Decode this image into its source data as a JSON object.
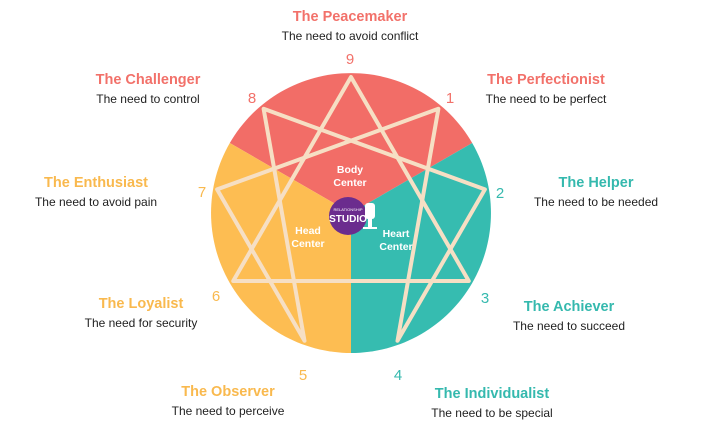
{
  "types": [
    {
      "number": "9",
      "name": "The Peacemaker",
      "need": "The need to avoid conflict",
      "color": "red"
    },
    {
      "number": "1",
      "name": "The Perfectionist",
      "need": "The need to be perfect",
      "color": "red"
    },
    {
      "number": "2",
      "name": "The Helper",
      "need": "The need to be needed",
      "color": "teal"
    },
    {
      "number": "3",
      "name": "The Achiever",
      "need": "The need to succeed",
      "color": "teal"
    },
    {
      "number": "4",
      "name": "The Individualist",
      "need": "The need to be special",
      "color": "teal"
    },
    {
      "number": "5",
      "name": "The Observer",
      "need": "The need to perceive",
      "color": "yellow"
    },
    {
      "number": "6",
      "name": "The Loyalist",
      "need": "The need for security",
      "color": "yellow"
    },
    {
      "number": "7",
      "name": "The Enthusiast",
      "need": "The need to avoid pain",
      "color": "yellow"
    },
    {
      "number": "8",
      "name": "The Challenger",
      "need": "The need to control",
      "color": "red"
    }
  ],
  "centers": {
    "body": {
      "line1": "Body",
      "line2": "Center"
    },
    "head": {
      "line1": "Head",
      "line2": "Center"
    },
    "heart": {
      "line1": "Heart",
      "line2": "Center"
    }
  },
  "logo": {
    "top_text": "RELATIONSHIP",
    "main_text": "STUDIO"
  },
  "colors": {
    "red": "#f26d67",
    "yellow": "#fdbd52",
    "teal": "#36bcb0",
    "lines": "#f6dfc4",
    "logo": "#6b2c8e"
  }
}
